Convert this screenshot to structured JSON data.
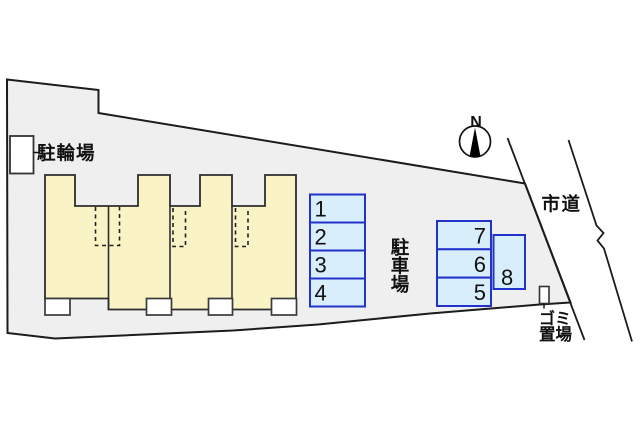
{
  "diagram": {
    "north_label": "N",
    "bicycle_parking_label": "駐輪場",
    "parking_lot_label_chars": [
      "駐",
      "車",
      "場"
    ],
    "city_road_label": "市道",
    "garbage_label_line1": "ゴミ",
    "garbage_label_line2": "置場",
    "parking_spaces": {
      "left_column": [
        "1",
        "2",
        "3",
        "4"
      ],
      "middle_column": [
        "7",
        "6",
        "5"
      ],
      "corner_space": "8"
    }
  },
  "colors": {
    "site_fill": "#efefef",
    "building_fill": "#faf3c6",
    "parking_fill": "#d9eefb",
    "parking_border": "#2233cc",
    "outline": "#1c1c1c"
  }
}
